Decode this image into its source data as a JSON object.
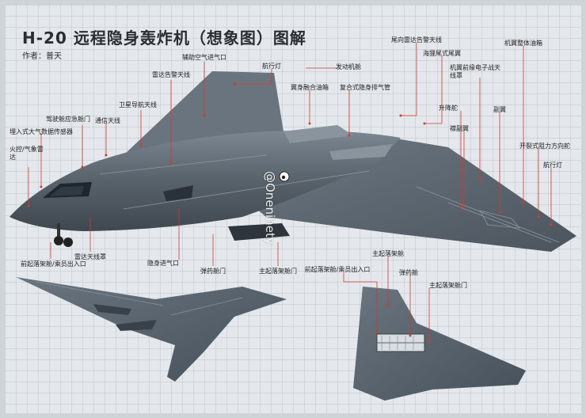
{
  "title": "H-20 远程隐身轰炸机（想象图）图解",
  "author": "作者：普天",
  "watermark": "@Oneninety",
  "colors": {
    "line": "#d33a2c",
    "body": "#5d6872",
    "bg": "#e4e8ec"
  },
  "labels": {
    "fuzhu_jinqi": "辅助空气进气口",
    "leida_gaojing": "雷达告警天线",
    "weixing_daohang": "卫星导航天线",
    "tongxin": "通信天线",
    "jiashicang_yingji": "驾驶舱应急舱门",
    "maichu_daqi": "埋入式大气数据传感器",
    "huokong_qixiang": "火控/气象雷达",
    "hangxingdeng_top": "航行灯",
    "fadongji": "发动机舱",
    "yishen_ronghe": "翼身融合油箱",
    "fuheshi_paiqi": "复合式隐身排气管",
    "weixiang_leida": "尾向雷达告警天线",
    "haitun_weiyi": "海狸尾式尾翼",
    "jiyi_youxiang": "机翼整体油箱",
    "jiyi_qianyuan": "机翼前缘电子战天线罩",
    "shengjiangduo": "升降舵",
    "fuyi": "副翼",
    "cao_fuyi": "襟副翼",
    "kailieshi": "开裂式阻力方向舵",
    "hangxingdeng_right": "航行灯",
    "leida_tianxianzhao": "雷达天线罩",
    "qianqi_luojia": "前起落架舱/乘员出入口",
    "yinshen_jinqi": "隐身进气口",
    "dandaocang_men": "弹药舱门",
    "zhuqi_luojia_men": "主起落架舱门",
    "qianqi_luojia_2": "前起落架舱/乘员出入口",
    "zhuqi_luojia_2": "主起落架舱",
    "dandaocang_2": "弹药舱",
    "zhuqi_luojia_men_2": "主起落架舱门"
  }
}
